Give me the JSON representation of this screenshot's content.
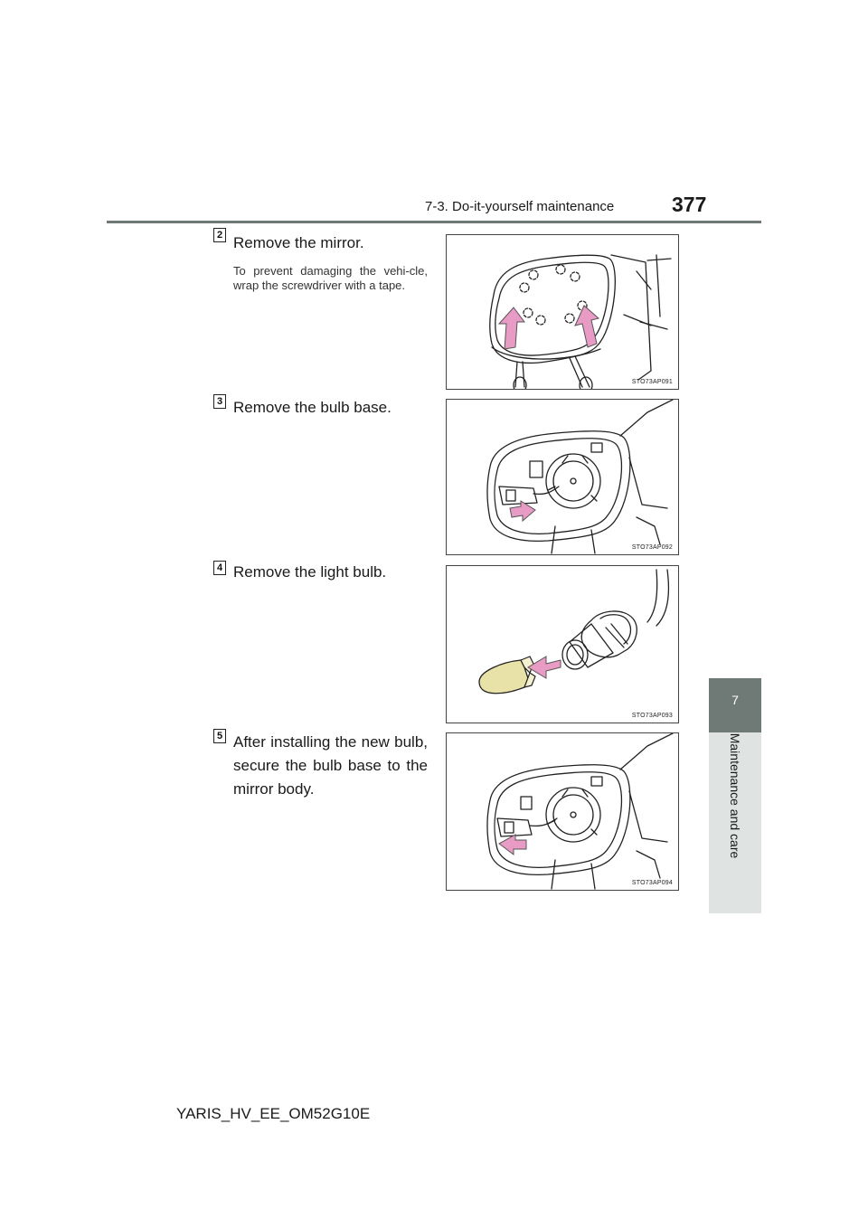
{
  "header": {
    "section": "7-3. Do-it-yourself maintenance",
    "page_number": "377"
  },
  "side_tab": {
    "chapter_number": "7",
    "chapter_title": "Maintenance and care"
  },
  "steps": [
    {
      "number": "2",
      "title": "Remove the mirror.",
      "note": "To prevent damaging the vehi-cle, wrap the screwdriver with a tape.",
      "figure_code": "STO73AP091",
      "figure_icon": "mirror-removal-illustration"
    },
    {
      "number": "3",
      "title": "Remove the bulb base.",
      "figure_code": "STO73AP092",
      "figure_icon": "bulb-base-removal-illustration"
    },
    {
      "number": "4",
      "title": "Remove the light bulb.",
      "figure_code": "STO73AP093",
      "figure_icon": "light-bulb-removal-illustration"
    },
    {
      "number": "5",
      "title": "After installing the new bulb, secure the bulb base to the mirror body.",
      "figure_code": "STO73AP094",
      "figure_icon": "bulb-base-installation-illustration"
    }
  ],
  "footer": {
    "document_id": "YARIS_HV_EE_OM52G10E"
  },
  "colors": {
    "accent_gray": "#6f7a77",
    "arrow_pink": "#e89bc4",
    "arrow_outline": "#555555"
  }
}
